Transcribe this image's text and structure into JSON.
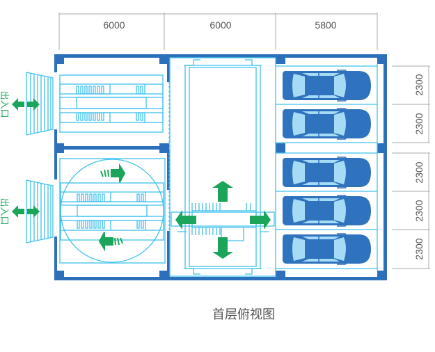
{
  "dimensions": {
    "top": [
      "6000",
      "6000",
      "5800"
    ],
    "right": [
      "2300",
      "2300",
      "2300",
      "2300",
      "2300"
    ]
  },
  "entrances": [
    {
      "label": "出入口"
    },
    {
      "label": "出入口"
    }
  ],
  "caption": "首层俯视图",
  "colors": {
    "wall": "#2c6fbb",
    "line": "#3ec1ef",
    "arrow": "#1aa55a",
    "car": "#2f72bd",
    "glass": "#a6dbf5"
  }
}
